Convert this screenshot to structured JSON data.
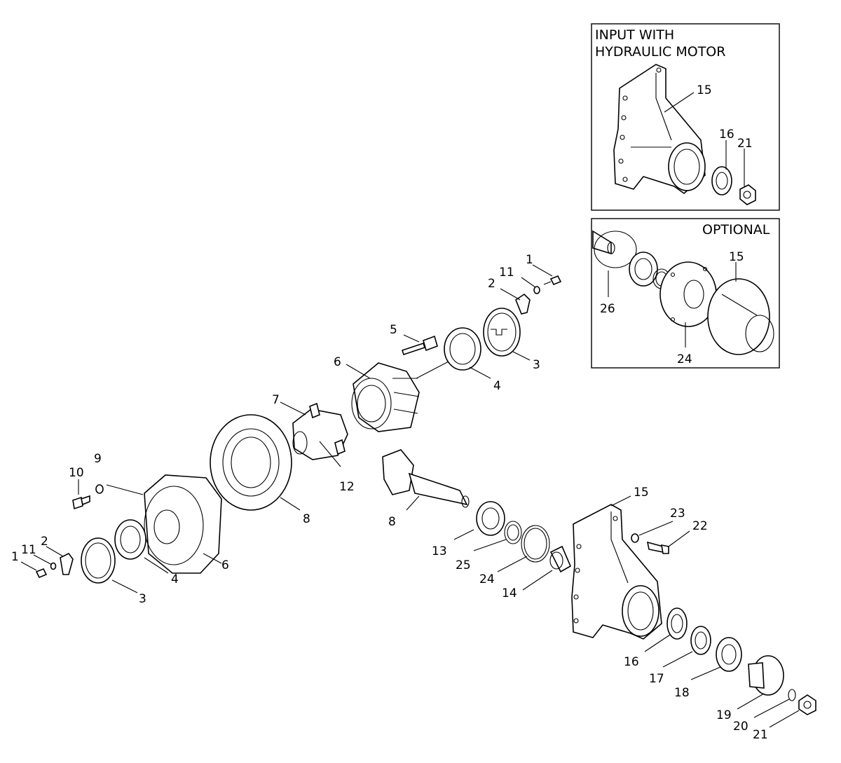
{
  "inset_boxes": {
    "hydraulic": {
      "title_line1": "INPUT WITH",
      "title_line2": "HYDRAULIC MOTOR"
    },
    "optional": {
      "title": "OPTIONAL"
    }
  },
  "callouts": {
    "h15": "15",
    "h16": "16",
    "h21": "21",
    "o15": "15",
    "o26": "26",
    "o24": "24",
    "r1": "1",
    "r11": "11",
    "r2": "2",
    "r3": "3",
    "r5": "5",
    "r4": "4",
    "r6": "6",
    "c7": "7",
    "c12": "12",
    "c8a": "8",
    "l10": "10",
    "l9": "9",
    "l2": "2",
    "l11": "11",
    "l1": "1",
    "l3": "3",
    "l4": "4",
    "l6": "6",
    "p8b": "8",
    "p13": "13",
    "p25": "25",
    "p24": "24",
    "p14": "14",
    "h15b": "15",
    "p23": "23",
    "p22": "22",
    "p16": "16",
    "p17": "17",
    "p18": "18",
    "p19": "19",
    "p20": "20",
    "p21": "21"
  }
}
